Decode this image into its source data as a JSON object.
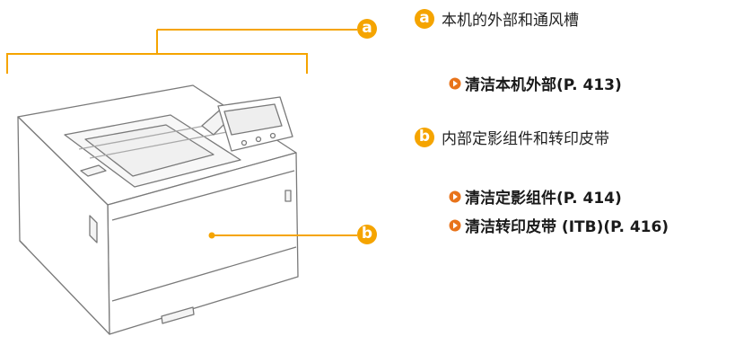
{
  "callouts": {
    "a": {
      "badge": "a",
      "label": "本机的外部和通风槽",
      "links": [
        "清洁本机外部(P. 413)"
      ]
    },
    "b": {
      "badge": "b",
      "label": "内部定影组件和转印皮带",
      "links": [
        "清洁定影组件(P. 414)",
        "清洁转印皮带 (ITB)(P. 416)"
      ]
    }
  },
  "colors": {
    "accent": "#f5a400",
    "link_arrow": "#e8731a",
    "text": "#222222"
  }
}
